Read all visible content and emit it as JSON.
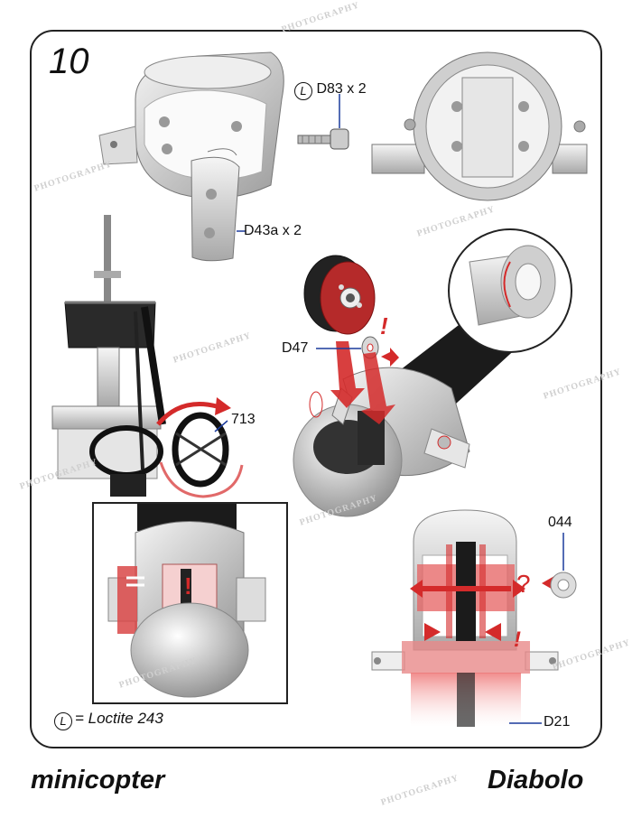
{
  "step_number": "10",
  "callouts": {
    "d83": "D83 x 2",
    "d83_symbol": "L",
    "d43a": "D43a x 2",
    "d47": "D47",
    "belt": "713",
    "washer": "044",
    "d21": "D21",
    "question_mark": "?",
    "warning": "!"
  },
  "legend": {
    "symbol": "L",
    "text": "= Loctite 243"
  },
  "footer": {
    "left": "minicopter",
    "right": "Diabolo"
  },
  "watermark": "PHOTOGRAPHY",
  "colors": {
    "highlight_red": "#d42a2a",
    "callout_blue": "#1a3a9c",
    "part_grey": "#d9d9d9",
    "belt_black": "#1b1b1b"
  }
}
